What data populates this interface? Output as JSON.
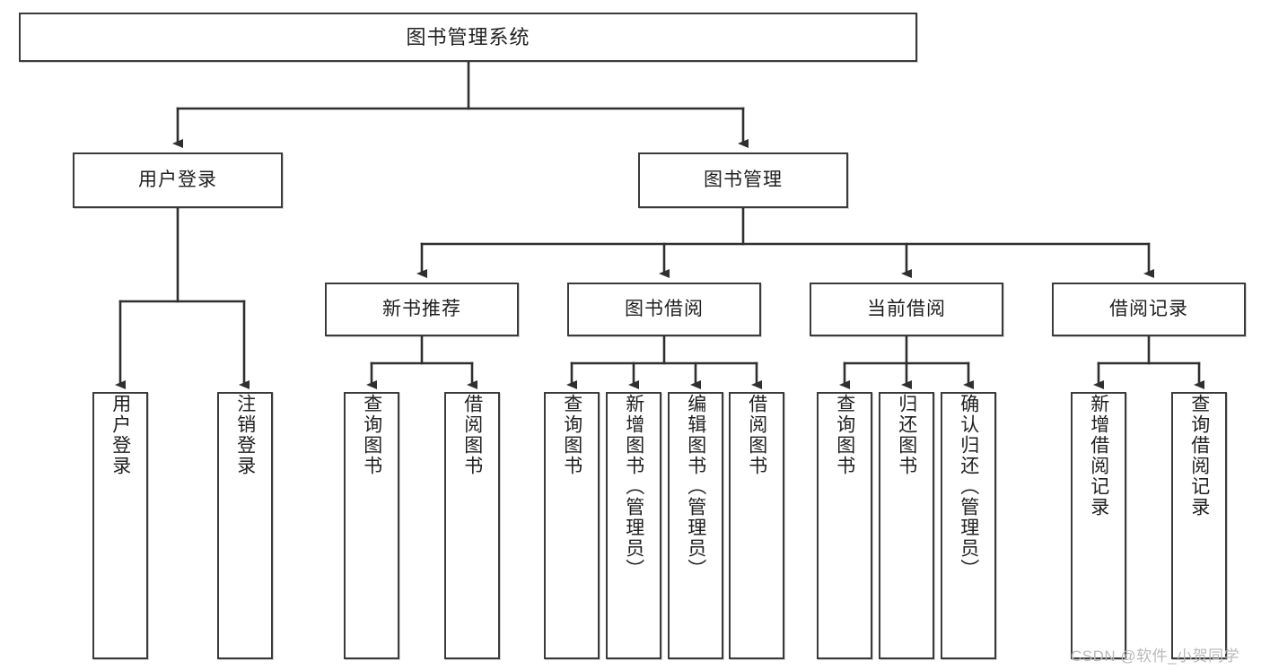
{
  "diagram": {
    "title": "图书管理系统",
    "type": "hierarchy-tree",
    "watermark": "CSDN @软件_小贺同学",
    "levels": {
      "root": [
        "图书管理系统"
      ],
      "level2": [
        "用户登录",
        "图书管理"
      ],
      "level3": [
        "新书推荐",
        "图书借阅",
        "当前借阅",
        "借阅记录"
      ],
      "leaves": [
        "用户登录",
        "注销登录",
        "查询图书",
        "借阅图书",
        "查询图书",
        "新增图书（管理员）",
        "编辑图书（管理员）",
        "借阅图书",
        "查询图书",
        "归还图书",
        "确认归还（管理员）",
        "新增借阅记录",
        "查询借阅记录"
      ]
    },
    "nodes": {
      "root": {
        "label": "图书管理系统"
      },
      "user_login": {
        "label": "用户登录"
      },
      "book_manage": {
        "label": "图书管理"
      },
      "new_book_rec": {
        "label": "新书推荐"
      },
      "book_borrow": {
        "label": "图书借阅"
      },
      "current_borrow": {
        "label": "当前借阅"
      },
      "borrow_record": {
        "label": "借阅记录"
      },
      "leaf_user_login": {
        "label": "用户登录"
      },
      "leaf_logout": {
        "label": "注销登录"
      },
      "leaf_query_book_a": {
        "label": "查询图书"
      },
      "leaf_borrow_book_a": {
        "label": "借阅图书"
      },
      "leaf_query_book_b": {
        "label": "查询图书"
      },
      "leaf_add_book": {
        "label": "新增图书（管理员）"
      },
      "leaf_edit_book": {
        "label": "编辑图书（管理员）"
      },
      "leaf_borrow_book_b": {
        "label": "借阅图书"
      },
      "leaf_query_book_c": {
        "label": "查询图书"
      },
      "leaf_return_book": {
        "label": "归还图书"
      },
      "leaf_confirm_return": {
        "label": "确认归还（管理员）"
      },
      "leaf_add_record": {
        "label": "新增借阅记录"
      },
      "leaf_query_record": {
        "label": "查询借阅记录"
      }
    },
    "colors": {
      "border": "#3b3b3b",
      "fill": "#ffffff",
      "text": "#1f1f1f",
      "wire": "#2f2f2f",
      "watermark": "#b9b9b9"
    }
  }
}
